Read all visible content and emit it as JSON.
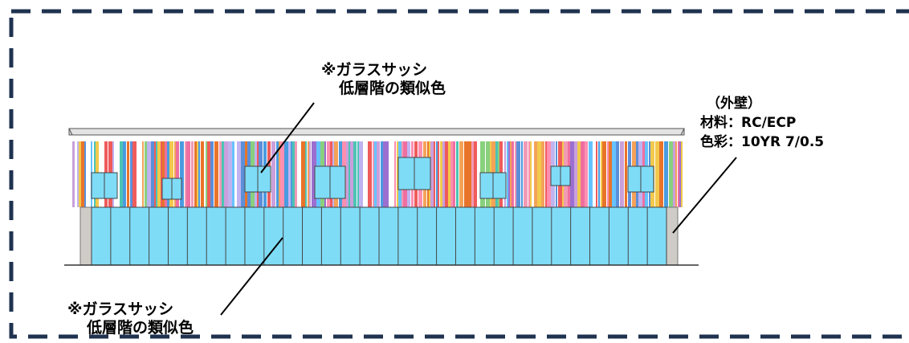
{
  "palette": {
    "frame": "#1f3350",
    "glass": "#7fdcf7",
    "glass_line": "#444444",
    "wall": "#cfcbc6",
    "roof": "#d9d9d9",
    "stripes": [
      "#f19ab6",
      "#e8742a",
      "#4a9be0",
      "#9b6fd0",
      "#f2c94c",
      "#ef5b5b",
      "#4cc4b4",
      "#ffffff",
      "#c9a0dc",
      "#ff8fb0",
      "#5b8fd9",
      "#f4a259",
      "#89d07e",
      "#ee6fa0",
      "#bfb3f0",
      "#66c2ff"
    ]
  },
  "labels": {
    "top_glass": {
      "line1": "※ガラスサッシ",
      "line2": "低層階の類似色"
    },
    "bottom_glass": {
      "line1": "※ガラスサッシ",
      "line2": "低層階の類似色"
    },
    "wall": {
      "title": "（外壁）",
      "material": "材料：RC/ECP",
      "color": "色彩：10YR 7/0.5"
    }
  }
}
